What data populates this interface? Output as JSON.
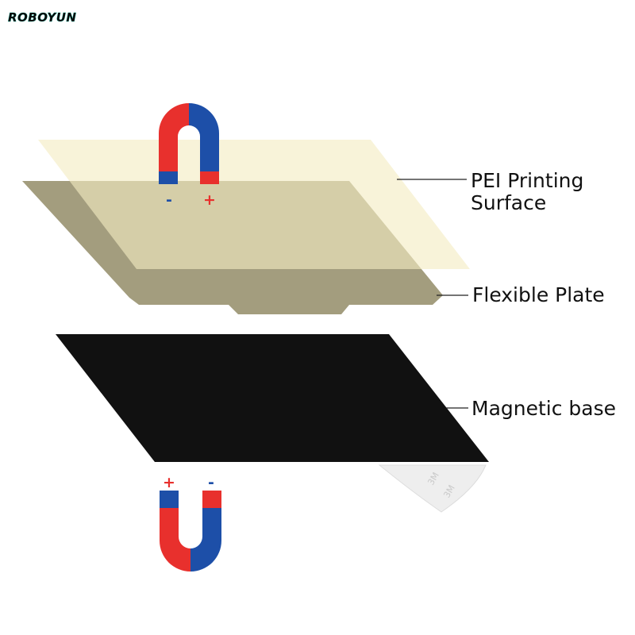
{
  "brand": {
    "logo_text": "ROBOYUN",
    "text_color": "#0a0a0a",
    "glow_color": "#2de4c9"
  },
  "layers": [
    {
      "id": "pei",
      "label_lines": [
        "PEI Printing",
        "Surface"
      ],
      "color": "#f6f0cf"
    },
    {
      "id": "flexible",
      "label_lines": [
        "Flexible Plate"
      ],
      "color": "#a59e7e"
    },
    {
      "id": "magnetic",
      "label_lines": [
        "Magnetic base"
      ],
      "color": "#111111"
    }
  ],
  "magnets": {
    "top": {
      "left_sign": "-",
      "right_sign": "+",
      "orientation": "arch-up"
    },
    "bottom": {
      "left_sign": "+",
      "right_sign": "-",
      "orientation": "arch-down"
    },
    "red": "#e8302d",
    "blue": "#1d4fa8"
  },
  "tape": {
    "print": "3M",
    "color": "#eeeeee"
  }
}
